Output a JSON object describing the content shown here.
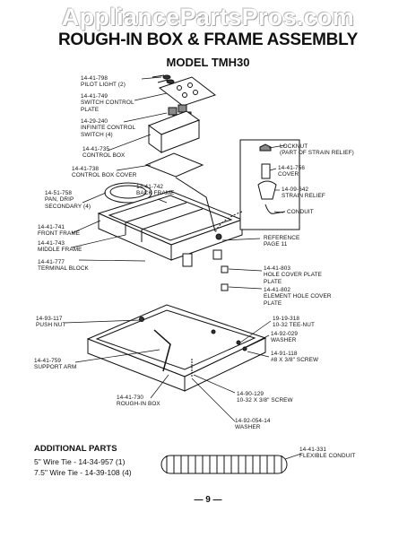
{
  "watermark": "AppliancePartsPros.com",
  "title": "ROUGH-IN BOX & FRAME ASSEMBLY",
  "model": "MODEL TMH30",
  "parts": {
    "pilot_light": {
      "num": "14-41-798",
      "desc": "PILOT LIGHT (2)"
    },
    "switch_plate": {
      "num": "14-41-749",
      "desc1": "SWITCH CONTROL",
      "desc2": "PLATE"
    },
    "infinite_switch": {
      "num": "14-29-240",
      "desc1": "INFINITE CONTROL",
      "desc2": "SWITCH (4)"
    },
    "control_box": {
      "num": "14-41-735",
      "desc": "CONTROL BOX"
    },
    "control_box_cover": {
      "num": "14-41-738",
      "desc": "CONTROL BOX COVER"
    },
    "locknut": {
      "desc1": "LOCKNUT",
      "desc2": "(PART OF STRAIN RELIEF)"
    },
    "cover": {
      "num": "14-41-756",
      "desc": "COVER"
    },
    "strain_relief": {
      "num": "14-09-642",
      "desc": "STRAIN RELIEF"
    },
    "conduit": {
      "desc": "CONDUIT"
    },
    "pan_drip": {
      "num": "14-51-758",
      "desc1": "PAN, DRIP",
      "desc2": "SECONDARY (4)"
    },
    "back_frame": {
      "num": "14-41-742",
      "desc": "BACK FRAME"
    },
    "front_frame": {
      "num": "14-41-741",
      "desc": "FRONT FRAME"
    },
    "middle_frame": {
      "num": "14-41-743",
      "desc": "MIDDLE FRAME"
    },
    "reference": {
      "desc1": "REFERENCE",
      "desc2": "PAGE 11"
    },
    "terminal_block": {
      "num": "14-41-777",
      "desc": "TERMINAL BLOCK"
    },
    "hole_cover_plate": {
      "num": "14-41-803",
      "desc1": "HOLE COVER PLATE",
      "desc2": "PLATE"
    },
    "element_hole_cover": {
      "num": "14-41-802",
      "desc1": "ELEMENT HOLE COVER",
      "desc2": "PLATE"
    },
    "push_nut": {
      "num": "14-93-117",
      "desc": "PUSH NUT"
    },
    "tee_nut": {
      "num": "19-19-318",
      "desc": "10-32 TEE-NUT"
    },
    "washer_a": {
      "num": "14-92-029",
      "desc": "WASHER"
    },
    "screw_8": {
      "num": "14-91-118",
      "desc": "#8 x 3/8\" SCREW"
    },
    "support_arm": {
      "num": "14-41-759",
      "desc": "SUPPORT ARM"
    },
    "rough_in_box": {
      "num": "14-41-730",
      "desc": "ROUGH-IN BOX"
    },
    "screw_10": {
      "num": "14-90-129",
      "desc": "10-32 x 3/8\" SCREW"
    },
    "washer_b": {
      "num": "14-92-054-14",
      "desc": "WASHER"
    },
    "flexible_conduit": {
      "num": "14-41-331",
      "desc": "FLEXIBLE CONDUIT"
    }
  },
  "additional": {
    "title": "ADDITIONAL PARTS",
    "items": [
      "5\" Wire Tie - 14-34-957 (1)",
      "7.5\" Wire Tie - 14-39-108 (4)"
    ]
  },
  "page_number": "— 9 —"
}
